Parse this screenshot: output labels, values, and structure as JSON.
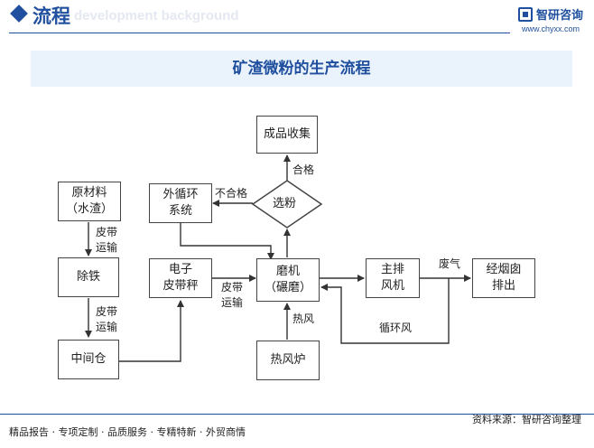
{
  "header": {
    "title": "流程",
    "watermark": "development background",
    "brand_name": "智研咨询",
    "brand_url": "www.chyxx.com"
  },
  "banner": {
    "title": "矿渣微粉的生产流程"
  },
  "diagram": {
    "nodes": {
      "finished_collection": "成品收集",
      "classifier": "选粉",
      "ext_circulation_line1": "外循环",
      "ext_circulation_line2": "系统",
      "raw_material_line1": "原材料",
      "raw_material_line2": "（水渣）",
      "iron_removal": "除铁",
      "intermediate_silo": "中间仓",
      "belt_scale_line1": "电子",
      "belt_scale_line2": "皮带秤",
      "mill_line1": "磨机",
      "mill_line2": "（碾磨）",
      "hot_air_furnace": "热风炉",
      "main_fan_line1": "主排",
      "main_fan_line2": "风机",
      "chimney_line1": "经烟囱",
      "chimney_line2": "排出"
    },
    "edge_labels": {
      "qualified": "合格",
      "unqualified": "不合格",
      "belt_conveyor_1_line1": "皮带",
      "belt_conveyor_1_line2": "运输",
      "belt_conveyor_2_line1": "皮带",
      "belt_conveyor_2_line2": "运输",
      "belt_conveyor_3_line1": "皮带",
      "belt_conveyor_3_line2": "运输",
      "hot_air": "热风",
      "exhaust_gas": "废气",
      "circulating_air": "循环风"
    }
  },
  "footer": {
    "services": "精品报告 · 专项定制 · 品质服务 · 专精特新 · 外贸商情",
    "source": "资料来源：智研咨询整理"
  }
}
